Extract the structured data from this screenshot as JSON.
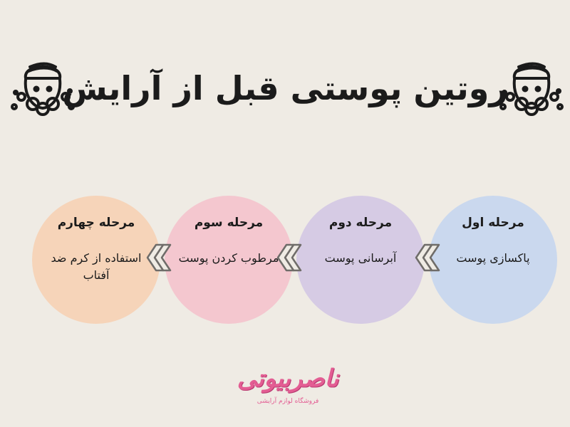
{
  "title": "روتین پوستی قبل از آرایش",
  "icons": {
    "decoration": "face-washing-icon"
  },
  "steps": [
    {
      "heading": "مرحله اول",
      "text": "پاکسازی پوست",
      "color": "#cad8ee"
    },
    {
      "heading": "مرحله دوم",
      "text": "آبرسانی پوست",
      "color": "#d6cbe4"
    },
    {
      "heading": "مرحله سوم",
      "text": "مرطوب کردن پوست",
      "color": "#f4c7cf"
    },
    {
      "heading": "مرحله چهارم",
      "text": "استفاده از کرم ضد آفتاب",
      "color": "#f6d4b9"
    }
  ],
  "logo": {
    "name": "ناصربیوتی",
    "tagline": "فروشگاه لوازم آرایشی",
    "color": "#e35d93"
  }
}
